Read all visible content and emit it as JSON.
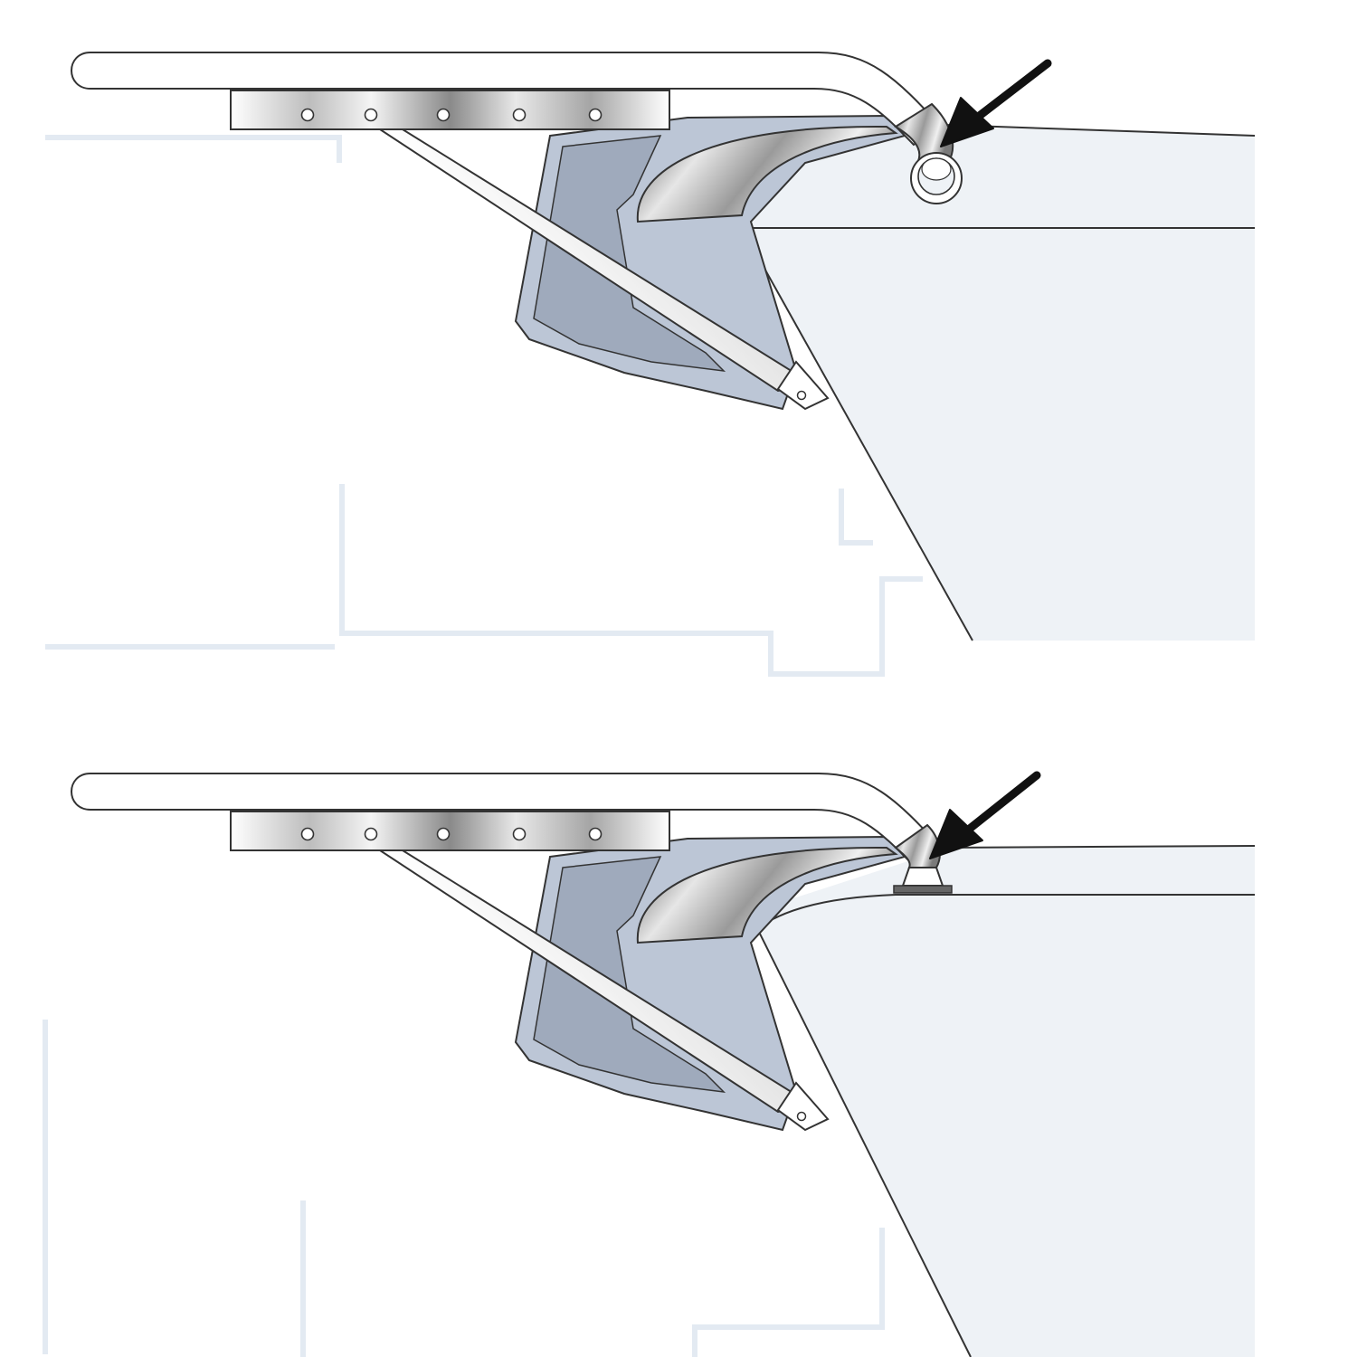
{
  "figure": {
    "caption": "",
    "panels": [
      {
        "id": "top",
        "fitting": "pipe-end-socket",
        "has_arrow": true
      },
      {
        "id": "bottom",
        "fitting": "deck-base-mount",
        "has_arrow": true
      }
    ]
  },
  "colors": {
    "background": "#ffffff",
    "hull_fill": "#eef2f6",
    "bracket_fill": "#bcc6d6",
    "bracket_inner": "#9faabc",
    "outline": "#333333",
    "faint_lines": "#e3eaf2",
    "arrow": "#111111",
    "metal_light": "#f2f2f2",
    "metal_dark": "#6e6e6e"
  },
  "icons": {
    "arrow": "pointer-arrow-icon",
    "mount_hole": "mount-hole-icon"
  }
}
